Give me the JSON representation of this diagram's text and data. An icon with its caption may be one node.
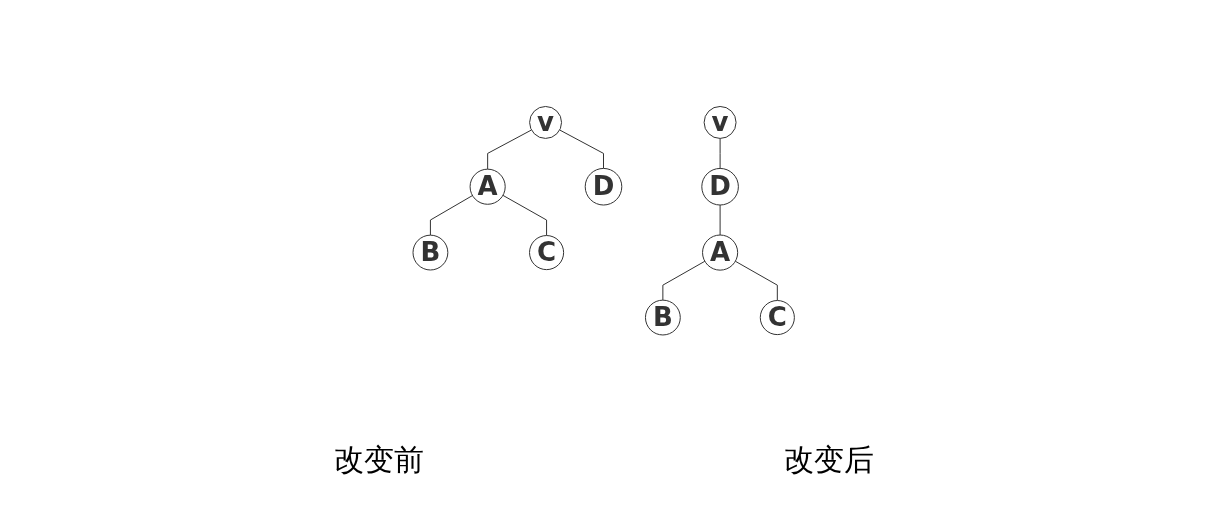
{
  "diagram": {
    "nodes": [
      {
        "text": [
          "v"
        ]
      },
      {
        "text": [
          "A"
        ]
      },
      {
        "text": [
          "D"
        ]
      },
      {
        "text": [
          "B"
        ]
      },
      {
        "text": [
          "C"
        ]
      },
      {
        "text": [
          "v"
        ]
      },
      {
        "text": [
          "D"
        ]
      },
      {
        "text": [
          "A"
        ]
      },
      {
        "text": [
          "B"
        ]
      },
      {
        "text": [
          "C"
        ]
      }
    ],
    "edges": [
      {
        "from": 0,
        "to": 1,
        "arrow": "none"
      },
      {
        "from": 0,
        "to": 2,
        "arrow": "none"
      },
      {
        "from": 1,
        "to": 3,
        "arrow": "none"
      },
      {
        "from": 1,
        "to": 4,
        "arrow": "none"
      },
      {
        "from": 5,
        "to": 6,
        "arrow": "none"
      },
      {
        "from": 6,
        "to": 7,
        "arrow": "none"
      },
      {
        "from": 7,
        "to": 8,
        "arrow": "none"
      },
      {
        "from": 7,
        "to": 9,
        "arrow": "none"
      }
    ],
    "labels": [
      "改变前",
      "改变后"
    ]
  }
}
